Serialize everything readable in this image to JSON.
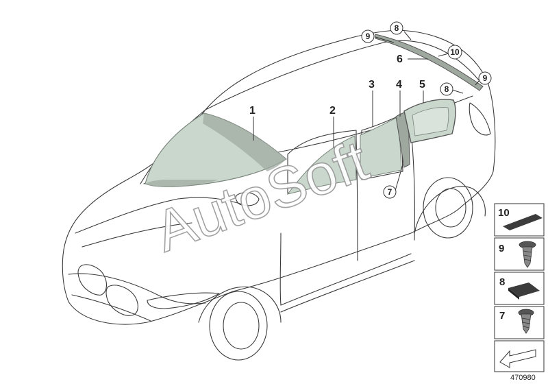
{
  "diagram": {
    "part_labels": [
      "1",
      "2",
      "3",
      "4",
      "5",
      "6"
    ],
    "circled_labels": [
      "9",
      "8",
      "10",
      "9",
      "8",
      "7"
    ],
    "watermark": "AutoSoft",
    "document_number": "470980"
  },
  "parts_panel": {
    "items": [
      {
        "label": "10",
        "icon": "seal-strip-icon"
      },
      {
        "label": "9",
        "icon": "screw-icon"
      },
      {
        "label": "8",
        "icon": "pad-icon"
      },
      {
        "label": "7",
        "icon": "screw-icon"
      }
    ],
    "nav_icon": "arrow-left-icon"
  },
  "colors": {
    "glass_fill": "#c9d7cc",
    "glass_dark": "#9ea89f",
    "panel_icon": "#3c3c3c"
  }
}
